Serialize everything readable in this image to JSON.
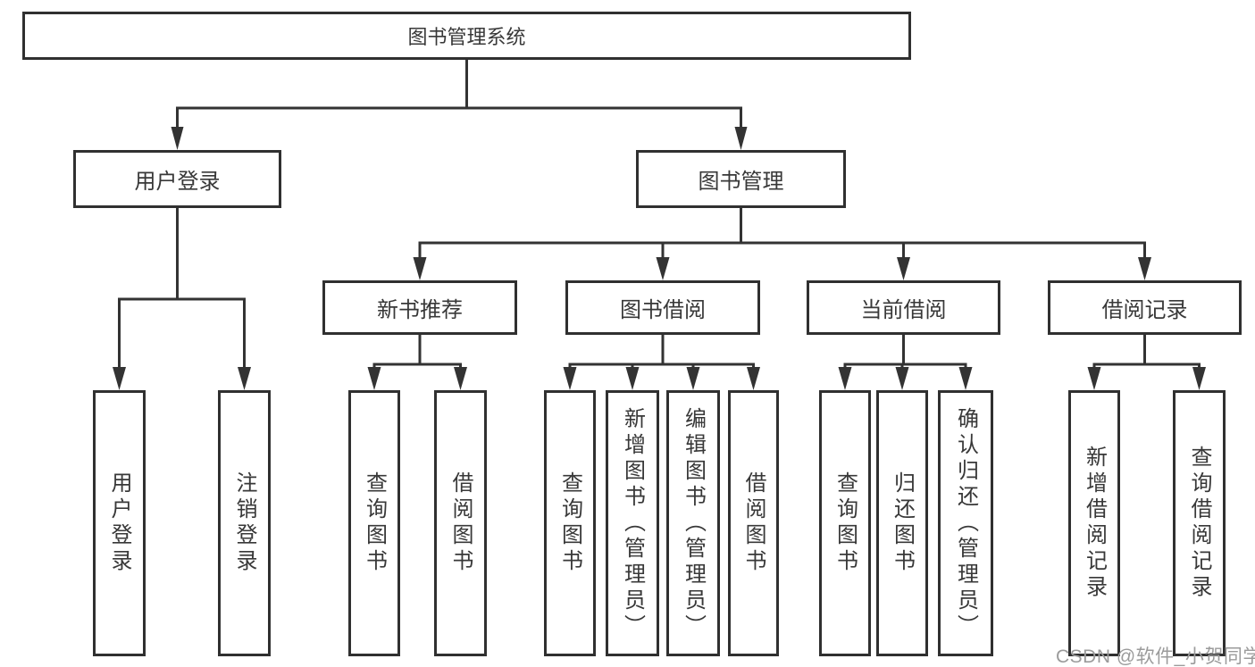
{
  "diagram": {
    "root": {
      "label": "图书管理系统"
    },
    "level2": [
      {
        "label": "用户登录"
      },
      {
        "label": "图书管理"
      }
    ],
    "level3": [
      {
        "label": "新书推荐"
      },
      {
        "label": "图书借阅"
      },
      {
        "label": "当前借阅"
      },
      {
        "label": "借阅记录"
      }
    ],
    "leaves": {
      "user_login": [
        {
          "label": "用户登录"
        },
        {
          "label": "注销登录"
        }
      ],
      "new_book": [
        {
          "label": "查询图书"
        },
        {
          "label": "借阅图书"
        }
      ],
      "book_borrow": [
        {
          "label": "查询图书"
        },
        {
          "label": "新增图书（管理员）"
        },
        {
          "label": "编辑图书（管理员）"
        },
        {
          "label": "借阅图书"
        }
      ],
      "current_borrow": [
        {
          "label": "查询图书"
        },
        {
          "label": "归还图书"
        },
        {
          "label": "确认归还（管理员）"
        }
      ],
      "borrow_record": [
        {
          "label": "新增借阅记录"
        },
        {
          "label": "查询借阅记录"
        }
      ]
    }
  },
  "watermark": {
    "text": "CSDN @软件_小贺同学"
  },
  "colors": {
    "line": "#333333",
    "box_border": "#303030",
    "text": "#383838",
    "watermark": "#9b9b9b",
    "background": "#ffffff"
  }
}
